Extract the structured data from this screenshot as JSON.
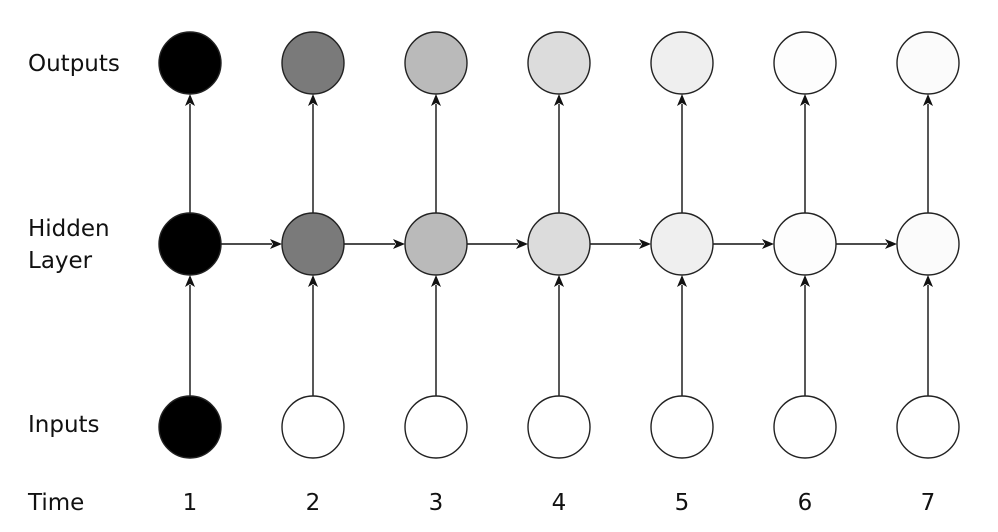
{
  "rows": {
    "outputs": [
      "Outputs"
    ],
    "hidden": [
      "Hidden",
      "Layer"
    ],
    "inputs": [
      "Inputs"
    ]
  },
  "time_label": "Time",
  "steps": [
    {
      "time": "1",
      "input_fill": "#000000",
      "hidden_fill": "#000000",
      "output_fill": "#000000"
    },
    {
      "time": "2",
      "input_fill": "#ffffff",
      "hidden_fill": "#7a7a7a",
      "output_fill": "#7a7a7a"
    },
    {
      "time": "3",
      "input_fill": "#ffffff",
      "hidden_fill": "#bababa",
      "output_fill": "#bababa"
    },
    {
      "time": "4",
      "input_fill": "#ffffff",
      "hidden_fill": "#dcdcdc",
      "output_fill": "#dcdcdc"
    },
    {
      "time": "5",
      "input_fill": "#ffffff",
      "hidden_fill": "#efefef",
      "output_fill": "#efefef"
    },
    {
      "time": "6",
      "input_fill": "#ffffff",
      "hidden_fill": "#fdfdfd",
      "output_fill": "#fdfdfd"
    },
    {
      "time": "7",
      "input_fill": "#ffffff",
      "hidden_fill": "#fbfbfb",
      "output_fill": "#fbfbfb"
    }
  ]
}
